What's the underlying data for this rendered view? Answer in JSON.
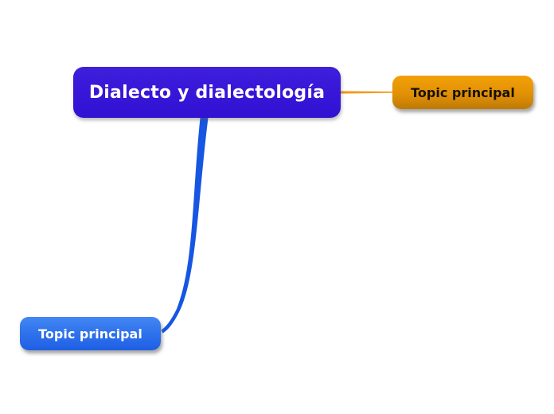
{
  "canvas": {
    "background_color": "#ffffff"
  },
  "mindmap": {
    "root": {
      "label": "Dialecto y dialectología",
      "fill_top": "#3F20DC",
      "fill_bottom": "#3212D2",
      "text_color": "#ffffff"
    },
    "topics": [
      {
        "label": "Topic principal",
        "position": "right",
        "fill_top": "#F2A008",
        "fill_bottom": "#BE7A06",
        "text_color": "#161003",
        "connector_color": "#F1991B"
      },
      {
        "label": "Topic principal",
        "position": "bottom-left",
        "fill_top": "#4486F4",
        "fill_bottom": "#1E5FE4",
        "text_color": "#ffffff",
        "connector_color": "#1656E2"
      }
    ]
  }
}
